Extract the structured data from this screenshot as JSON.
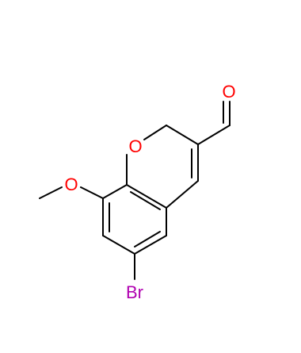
{
  "molecule": {
    "atoms": {
      "aldehyde_oxygen": "O",
      "ring_oxygen": "O",
      "methoxy_oxygen": "O",
      "bromine": "Br"
    },
    "colors": {
      "bond": "#000000",
      "oxygen": "#ff0000",
      "bromine": "#b000b0"
    }
  }
}
